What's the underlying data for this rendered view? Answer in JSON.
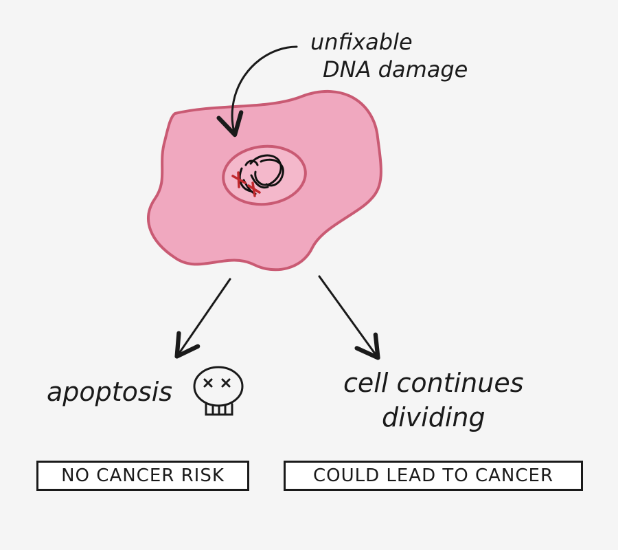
{
  "annotation": {
    "line1": "unfixable",
    "line2": "DNA damage"
  },
  "outcomes": [
    {
      "label": "apoptosis",
      "result": "NO CANCER RISK"
    },
    {
      "label_line1": "cell continues",
      "label_line2": "dividing",
      "result": "COULD LEAD TO CANCER"
    }
  ],
  "colors": {
    "cell_fill": "#f0a8bf",
    "cell_stroke": "#c95a73",
    "damage_marks": "#c0282d",
    "ink": "#1a1a1a",
    "background": "#f5f5f5"
  },
  "icons": [
    "skull-icon",
    "chromosome-icon",
    "arrow-icon"
  ]
}
